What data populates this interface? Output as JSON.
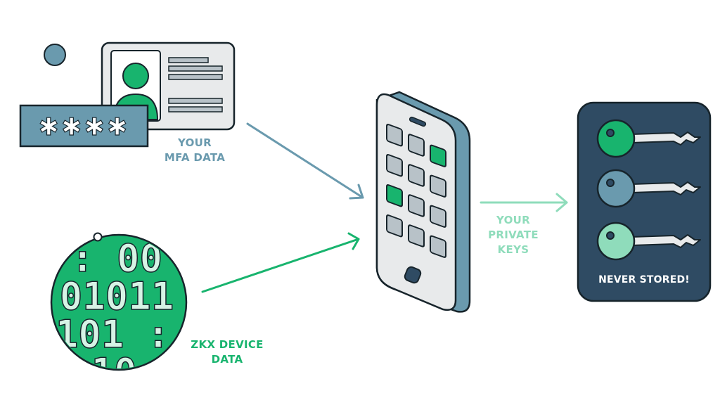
{
  "labels": {
    "mfa": [
      "YOUR",
      "MFA DATA"
    ],
    "zkx": [
      "ZKX DEVICE",
      "DATA"
    ],
    "keys": [
      "YOUR",
      "PRIVATE",
      "KEYS"
    ],
    "never_stored": "NEVER STORED!"
  },
  "password_mask": "✱✱✱✱",
  "binary_rows": [
    ": 00",
    "01011",
    "101 :",
    "10"
  ],
  "icons": [
    "id-card-icon",
    "password-field-icon",
    "binary-globe-icon",
    "smartphone-icon",
    "key-icon"
  ],
  "colors": {
    "ink": "#17242b",
    "slate": "#6a9aae",
    "green": "#18b46e",
    "mint": "#8fdcbb",
    "navy": "#2f4b63",
    "tile_gray": "#b8c2c8"
  }
}
